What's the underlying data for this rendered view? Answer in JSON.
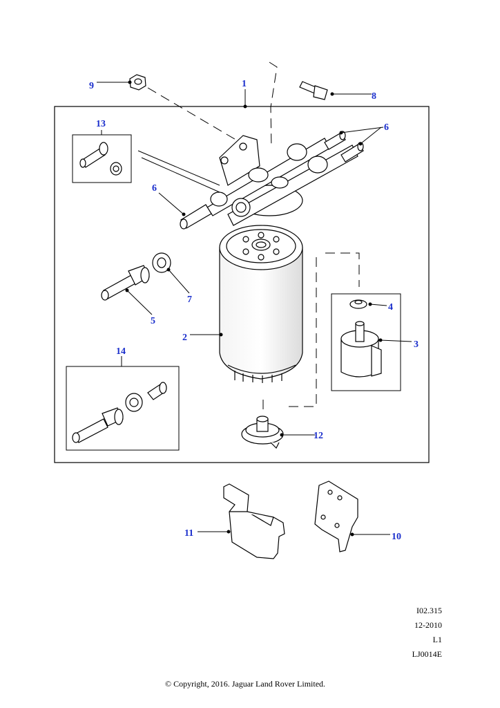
{
  "diagram": {
    "callouts": {
      "c1": "1",
      "c2": "2",
      "c3": "3",
      "c4": "4",
      "c5": "5",
      "c6a": "6",
      "c6b": "6",
      "c7": "7",
      "c8": "8",
      "c9": "9",
      "c10": "10",
      "c11": "11",
      "c12": "12",
      "c13": "13",
      "c14": "14"
    },
    "callout_color": "#1a2ecc",
    "line_color": "#000000"
  },
  "meta": {
    "ref": "I02.315",
    "date": "12-2010",
    "level": "L1",
    "code": "LJ0014E"
  },
  "copyright": "© Copyright, 2016. Jaguar Land Rover Limited."
}
